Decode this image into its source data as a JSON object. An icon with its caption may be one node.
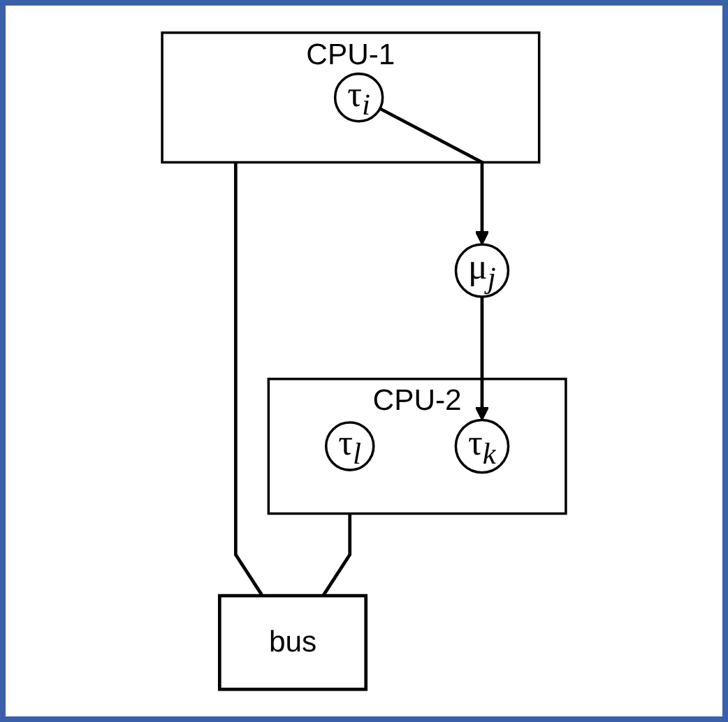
{
  "diagram": {
    "nodes": [
      {
        "text": [
          "CPU-1"
        ]
      },
      {
        "text": [
          "τ$_{i}$"
        ],
        "in": 0
      },
      {
        "text": [
          "CPU-2"
        ]
      },
      {
        "text": [
          "τ$_{l}$"
        ],
        "in": 2
      },
      {
        "text": [
          "τ$_{k}$"
        ],
        "in": 2
      },
      {
        "text": [
          "bus"
        ]
      },
      {
        "text": [
          "μ$_{j}$"
        ]
      }
    ],
    "edges": [
      {
        "from": 0,
        "to": 5,
        "arrow": "none"
      },
      {
        "from": 2,
        "to": 5,
        "arrow": "none"
      },
      {
        "from": 1,
        "to": 6,
        "arrow": "to"
      },
      {
        "from": 6,
        "to": 4,
        "arrow": "to"
      }
    ]
  }
}
